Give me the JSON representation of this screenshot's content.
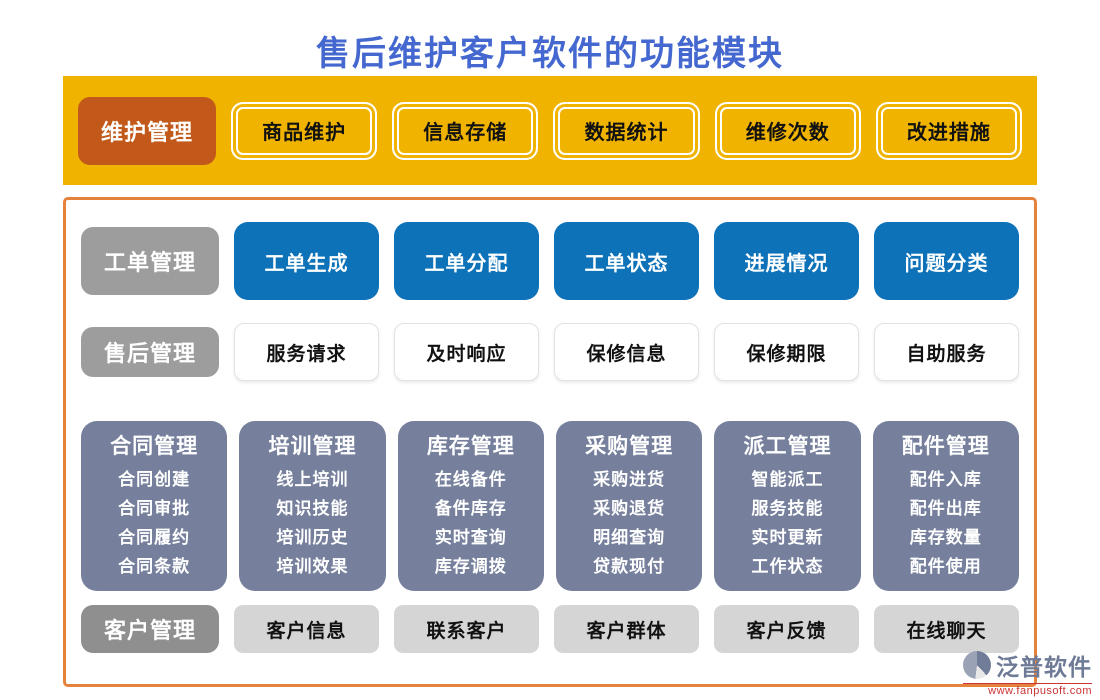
{
  "title": "售后维护客户软件的功能模块",
  "banner": {
    "label": "维护管理",
    "buttons": [
      "商品维护",
      "信息存储",
      "数据统计",
      "维修次数",
      "改进措施"
    ]
  },
  "workorder": {
    "label": "工单管理",
    "buttons": [
      "工单生成",
      "工单分配",
      "工单状态",
      "进展情况",
      "问题分类"
    ]
  },
  "aftersales": {
    "label": "售后管理",
    "buttons": [
      "服务请求",
      "及时响应",
      "保修信息",
      "保修期限",
      "自助服务"
    ]
  },
  "panels": [
    {
      "title": "合同管理",
      "items": [
        "合同创建",
        "合同审批",
        "合同履约",
        "合同条款"
      ]
    },
    {
      "title": "培训管理",
      "items": [
        "线上培训",
        "知识技能",
        "培训历史",
        "培训效果"
      ]
    },
    {
      "title": "库存管理",
      "items": [
        "在线备件",
        "备件库存",
        "实时查询",
        "库存调拨"
      ]
    },
    {
      "title": "采购管理",
      "items": [
        "采购进货",
        "采购退货",
        "明细查询",
        "贷款现付"
      ]
    },
    {
      "title": "派工管理",
      "items": [
        "智能派工",
        "服务技能",
        "实时更新",
        "工作状态"
      ]
    },
    {
      "title": "配件管理",
      "items": [
        "配件入库",
        "配件出库",
        "库存数量",
        "配件使用"
      ]
    }
  ],
  "customer": {
    "label": "客户管理",
    "buttons": [
      "客户信息",
      "联系客户",
      "客户群体",
      "客户反馈",
      "在线聊天"
    ]
  },
  "watermark": {
    "brand": "泛普软件"
  },
  "footer": {
    "brand": "泛普软件",
    "url": "www.fanpusoft.com"
  },
  "colors": {
    "title_blue": "#4468cf",
    "banner_yellow": "#f0b400",
    "maintain_orange": "#c2591a",
    "container_border_orange": "#e5823b",
    "workorder_blue": "#0e72b8",
    "label_gray": "#9d9d9d",
    "customer_label_gray": "#8f8f8f",
    "customer_button_gray": "#d5d5d5",
    "panel_slate": "#76809d",
    "footer_brand_slate": "#6e7a96",
    "footer_url_red": "#cc3333"
  }
}
